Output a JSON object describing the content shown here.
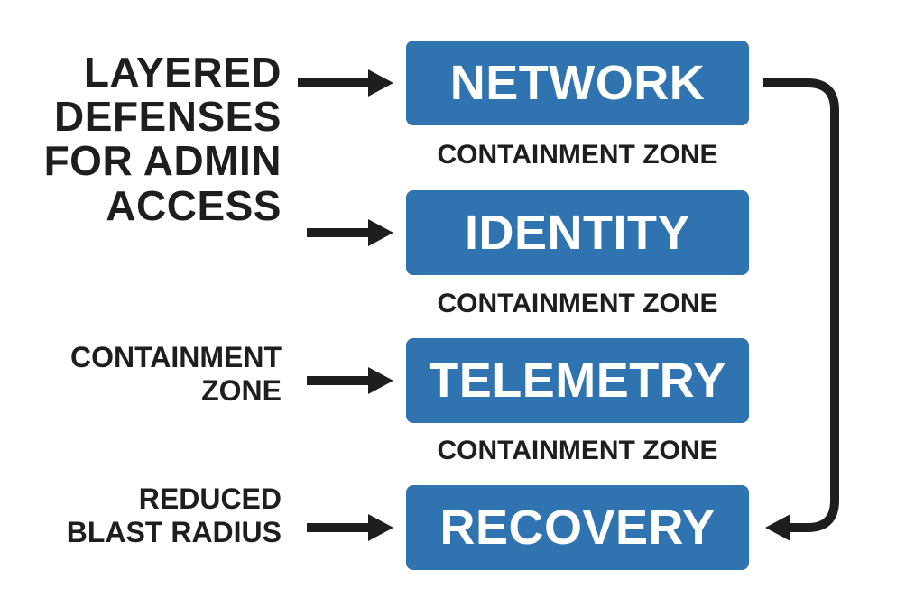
{
  "title": "LAYERED\nDEFENSES\nFOR ADMIN\nACCESS",
  "left_labels": {
    "containment": "CONTAINMENT\nZONE",
    "blast": "REDUCED\nBLAST RADIUS"
  },
  "layers": [
    {
      "label": "NETWORK"
    },
    {
      "label": "IDENTITY"
    },
    {
      "label": "TELEMETRY"
    },
    {
      "label": "RECOVERY"
    }
  ],
  "zones": [
    {
      "label": "CONTAINMENT ZONE"
    },
    {
      "label": "CONTAINMENT ZONE"
    },
    {
      "label": "CONTAINMENT ZONE"
    }
  ],
  "colors": {
    "box": "#2f73b0",
    "text": "#1e1e1e",
    "arrow": "#1e1e1e"
  }
}
